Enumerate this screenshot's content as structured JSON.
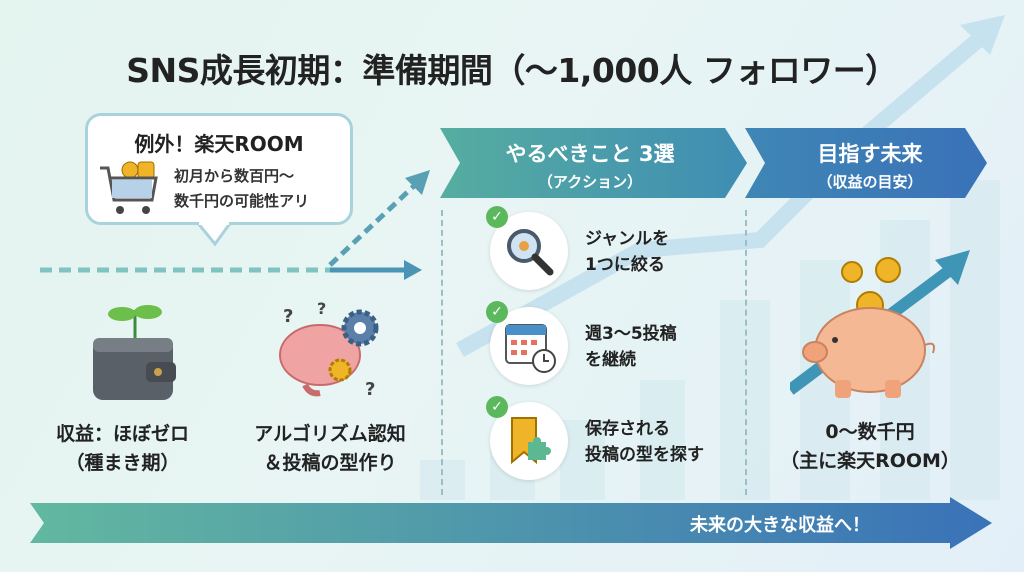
{
  "title": "SNS成長初期：準備期間（～1,000人 フォロワー）",
  "exception": {
    "heading": "例外！楽天ROOM",
    "line1": "初月から数百円～",
    "line2": "数千円の可能性アリ"
  },
  "stages": [
    {
      "line1": "収益：ほぼゼロ",
      "line2": "（種まき期）"
    },
    {
      "line1": "アルゴリズム認知",
      "line2": "＆投稿の型作り"
    }
  ],
  "actions_header": {
    "title": "やるべきこと 3選",
    "subtitle": "（アクション）"
  },
  "future_header": {
    "title": "目指す未来",
    "subtitle": "（収益の目安）"
  },
  "actions": [
    {
      "line1": "ジャンルを",
      "line2": "1つに絞る"
    },
    {
      "line1": "週3～5投稿",
      "line2": "を継続"
    },
    {
      "line1": "保存される",
      "line2": "投稿の型を探す"
    }
  ],
  "future": {
    "line1": "0～数千円",
    "line2": "（主に楽天ROOM）"
  },
  "bottom_arrow": "未来の大きな収益へ！",
  "colors": {
    "teal": "#4aa89e",
    "blue": "#3b7dbd"
  }
}
